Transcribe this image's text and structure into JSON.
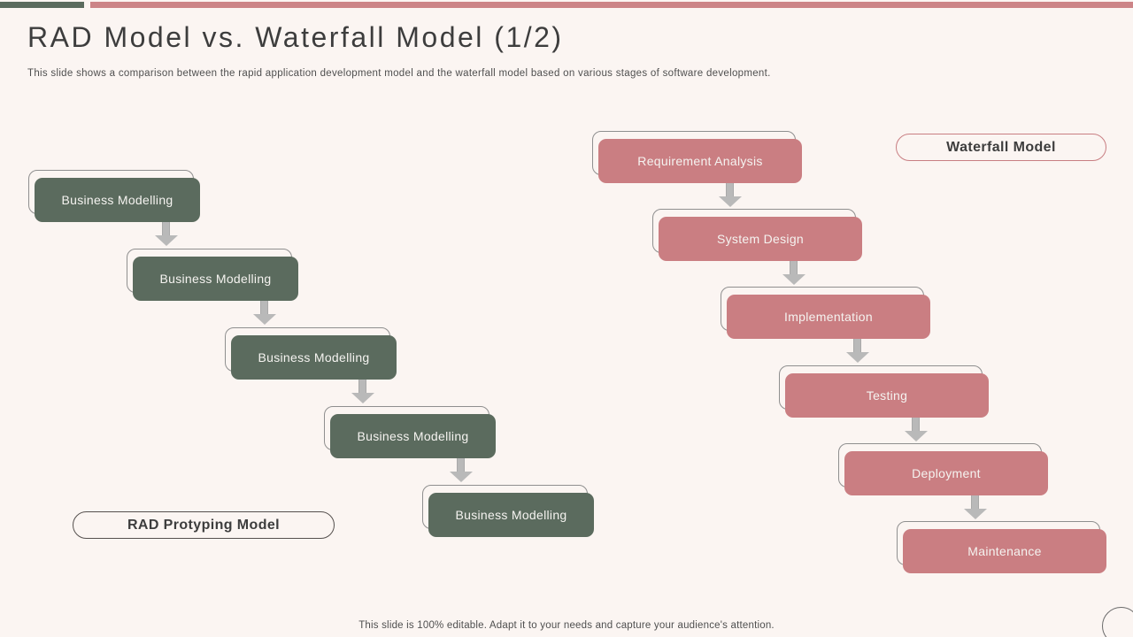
{
  "slide": {
    "title": "RAD Model vs. Waterfall Model (1/2)",
    "subtitle": "This slide shows a comparison between the rapid application development model and the waterfall model based on various stages of software development.",
    "footer_note": "This slide is 100% editable. Adapt it to your needs and capture your audience's attention."
  },
  "colors": {
    "background": "#fbf5f2",
    "topbar_green": "#5b6b5e",
    "topbar_pink": "#cc8487",
    "rad_green": "#5b6b5e",
    "waterfall_pink": "#ca7e82",
    "arrow_gray": "#b9b9b9",
    "ghost_border": "#8f8f8f",
    "pill_border_dark": "#55504e",
    "pill_border_pink": "#c87e82",
    "text_dark": "#3d3d3d",
    "text_gray": "#4f4f4f",
    "box_text": "#f5f3f0"
  },
  "rad_model": {
    "label": "RAD Protyping Model",
    "steps": [
      "Business Modelling",
      "Business Modelling",
      "Business Modelling",
      "Business Modelling",
      "Business Modelling"
    ]
  },
  "waterfall_model": {
    "label": "Waterfall Model",
    "steps": [
      "Requirement Analysis",
      "System Design",
      "Implementation",
      "Testing",
      "Deployment",
      "Maintenance"
    ]
  }
}
